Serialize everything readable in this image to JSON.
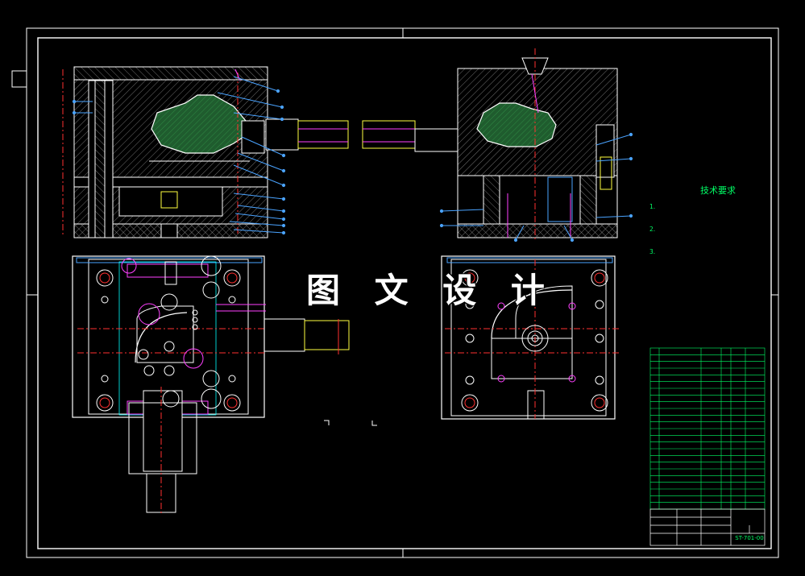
{
  "watermark": "图 文 设 计",
  "tech": {
    "title": "技术要求",
    "lines": [
      "1.",
      "2.",
      "3."
    ]
  },
  "title_block": {
    "code": "ST-701-00"
  },
  "colors": {
    "background": "#000000",
    "frame": "#ffffff",
    "hatch": "#ffffff",
    "part_fill": "#1f5c2e",
    "center_line": "#ff3030",
    "leader": "#4aa3ff",
    "magenta": "#ff40ff",
    "yellow": "#ffff40",
    "green": "#00ff66",
    "cyan": "#00ffff"
  }
}
